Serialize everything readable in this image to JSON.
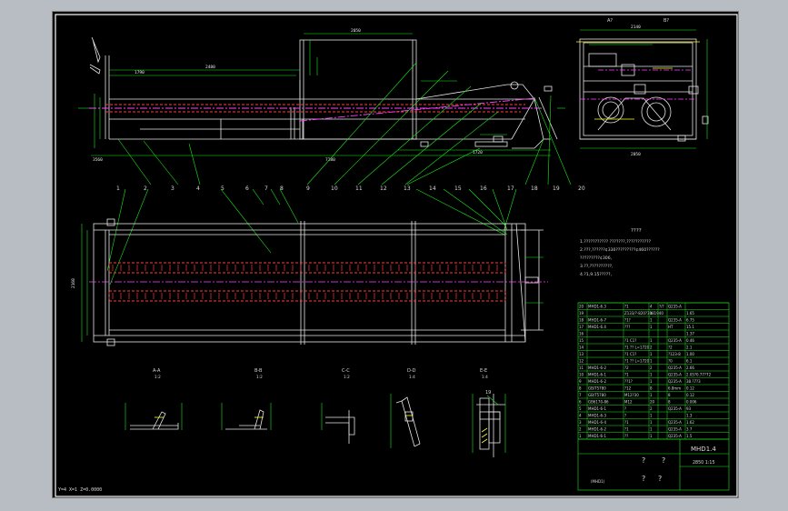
{
  "drawing": {
    "views": {
      "side_top_dims": [
        "2480",
        "2050",
        "1790"
      ],
      "side_bottom_dims": [
        "7280",
        "1720",
        "3560"
      ],
      "end_view_labels": [
        "A?",
        "B?"
      ],
      "end_view_dims": [
        "2140",
        "2050"
      ],
      "section_titles": [
        "A-A",
        "B-B",
        "C-C",
        "D-D",
        "E-E"
      ],
      "section_scales": [
        "1:2",
        "1:2",
        "1:2",
        "1:4",
        "1:4"
      ],
      "plan_dim": "2160"
    },
    "balloons": [
      "1",
      "2",
      "3",
      "4",
      "5",
      "6",
      "7",
      "8",
      "9",
      "10",
      "11",
      "12",
      "13",
      "14",
      "15",
      "16",
      "17",
      "18",
      "19",
      "20"
    ],
    "section_balloon": "19",
    "notes": {
      "heading": "????",
      "lines": [
        "1.??????????? ???????,???????????",
        "2.???,??????¢330?????????¢460??????",
        "  ?????????¢306,",
        "3.??,??????????,",
        "4.?1,9.15?????,"
      ]
    },
    "bom": [
      [
        "20",
        "MHD1-6.3",
        "?1",
        "4",
        "?/?",
        "Q235-A",
        ""
      ],
      [
        "19",
        "",
        "Z133/?-820?3081940",
        "1",
        "",
        "",
        "1.65"
      ],
      [
        "18",
        "MHD1-6-7",
        "?1?",
        "1",
        "",
        "Q235-A",
        "6.75"
      ],
      [
        "17",
        "MHD1-6.4",
        "???",
        "1",
        "",
        "HT",
        "15.1"
      ],
      [
        "16",
        "",
        "",
        "",
        "",
        "",
        "1.37"
      ],
      [
        "15",
        "",
        "?1 C1?",
        "1",
        "",
        "Q235-A",
        "0.46"
      ],
      [
        "14",
        "",
        "?1 ??  L=1720",
        "2",
        "",
        "?2",
        "2.1"
      ],
      [
        "13",
        "",
        "?1 C1?",
        "1",
        "",
        "?123-8",
        "1.00"
      ],
      [
        "12",
        "",
        "?1 ??  L=1720",
        "1",
        "",
        "?0",
        "6.1"
      ],
      [
        "11",
        "MHD1-6-2",
        "?2",
        "2",
        "",
        "Q235-A",
        "2.66"
      ],
      [
        "10",
        "MHD1-6-1",
        "?1",
        "1",
        "",
        "Q235-A",
        "2.05?0.77?72"
      ],
      [
        "9",
        "MHD1-6-2",
        "??1?",
        "1",
        "",
        "Q235-A",
        "38.?7?3"
      ],
      [
        "8",
        "GB/T5780",
        "?12",
        "8",
        "",
        "6.8mm",
        "0.12"
      ],
      [
        "7",
        "GB/T5780",
        "M12?30",
        "1",
        "",
        "8",
        "0.12"
      ],
      [
        "6",
        "GB6170-86",
        "M12",
        "20",
        "",
        "8",
        "0.006"
      ],
      [
        "5",
        "MHD1-6-1",
        "?",
        "2",
        "",
        "Q235-A",
        "93"
      ],
      [
        "4",
        "MHD1-6-3",
        "?",
        "1",
        "",
        "",
        "1.3"
      ],
      [
        "3",
        "MHD1-6-4",
        "?1",
        "1",
        "",
        "Q235-A",
        "1.62"
      ],
      [
        "2",
        "MHD1-6-2",
        "?1",
        "1",
        "",
        "Q235-A",
        "3.7"
      ],
      [
        "1",
        "MHD1-6-1",
        "??",
        "1",
        "",
        "Q235-A",
        "1.5"
      ]
    ],
    "title_block": {
      "drawing_no": "MHD1.4",
      "unknown1": "?",
      "unknown2": "?",
      "scale_info": "2850 1:15",
      "unknown3": "?",
      "unknown4": "?",
      "small_note": "(MHD1)"
    }
  },
  "statusbar": {
    "coordinates": "Y=4  X=1  Z=0.0000"
  },
  "colors": {
    "background": "#000000",
    "frame": "#ffffff",
    "line_white": "#e6e6e6",
    "dimension": "#19e619",
    "hidden": "#ff3b3b",
    "center": "#ff40ff",
    "accent_yellow": "#ffff33",
    "desktop": "#b8bcc3"
  }
}
